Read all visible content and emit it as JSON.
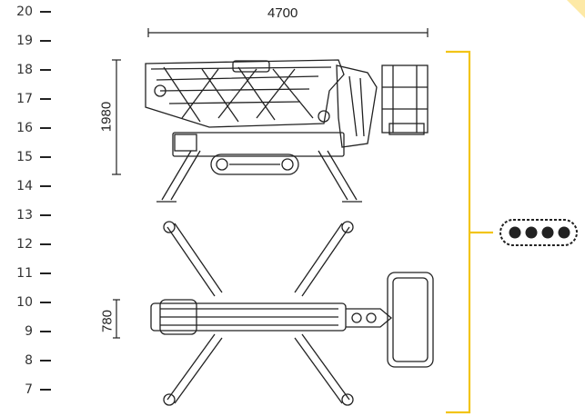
{
  "scale": {
    "labels": [
      "20",
      "19",
      "18",
      "17",
      "16",
      "15",
      "14",
      "13",
      "12",
      "11",
      "10",
      "9",
      "8",
      "7"
    ]
  },
  "dimensions": {
    "length": "4700",
    "height": "1980",
    "width": "780"
  },
  "colors": {
    "accent": "#f2c417",
    "line": "#222222",
    "corner": "#fde9a6"
  },
  "icons": {
    "track": "crawler-track-icon"
  }
}
